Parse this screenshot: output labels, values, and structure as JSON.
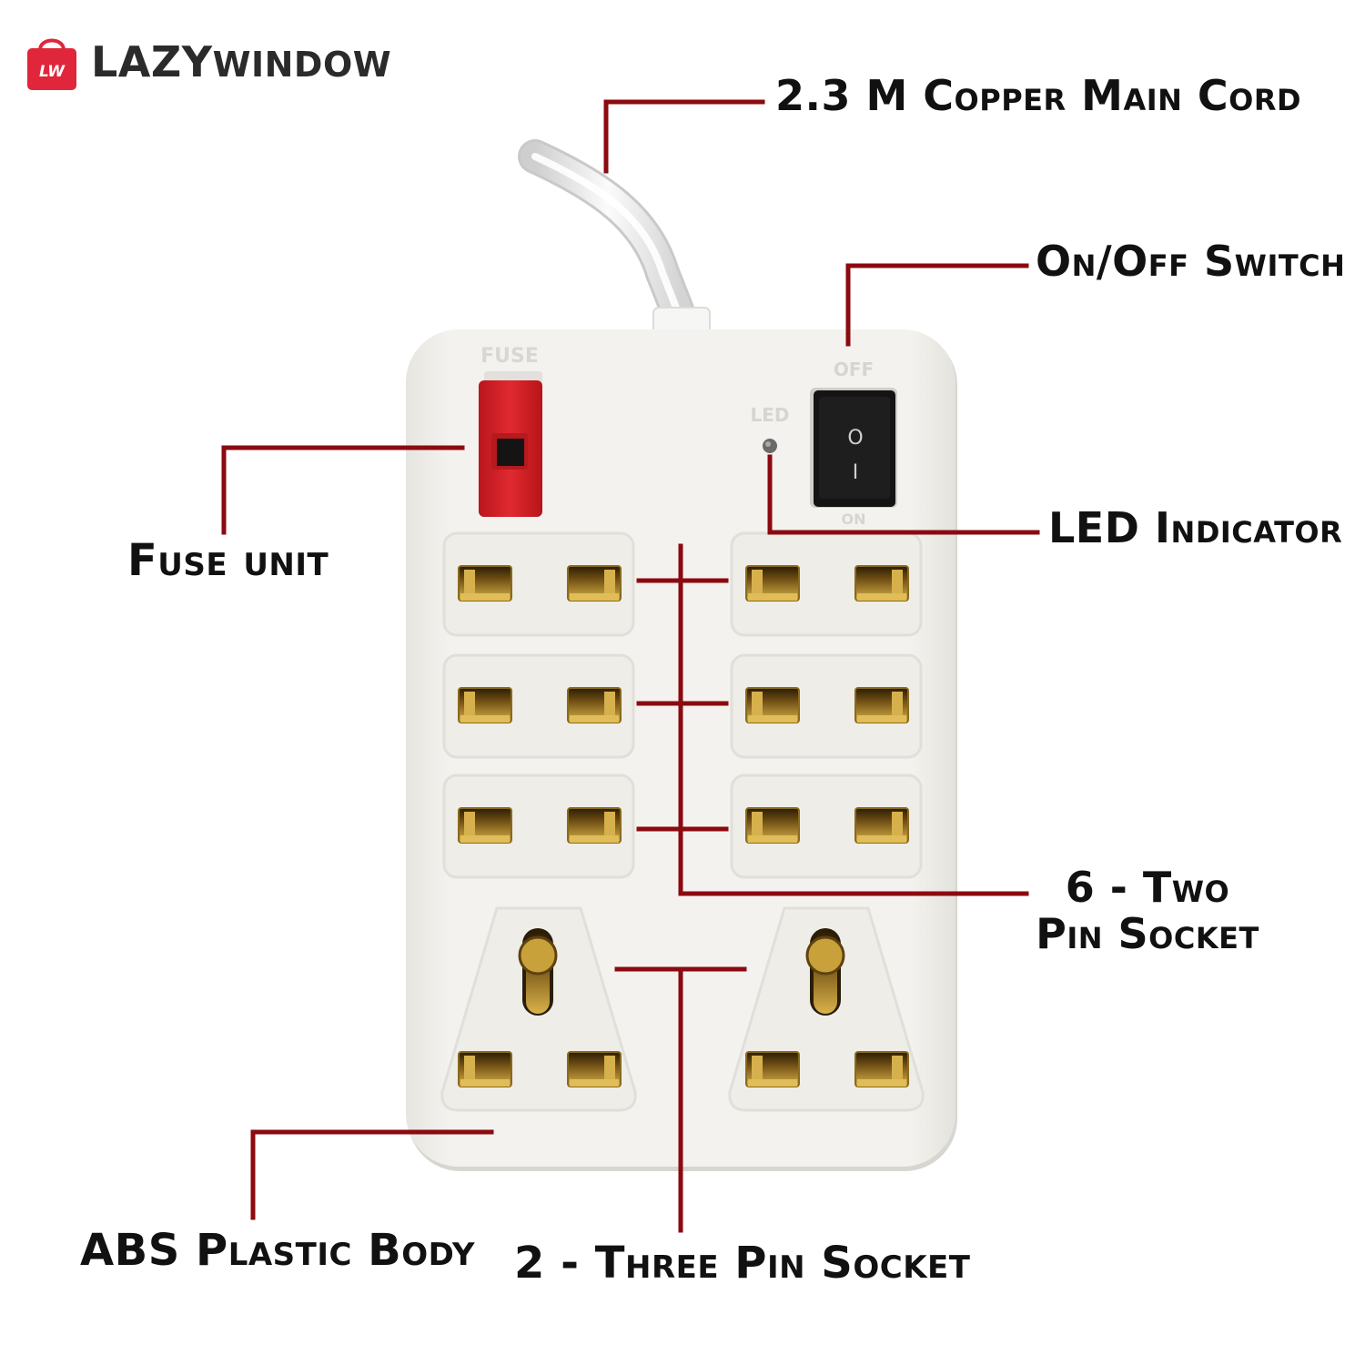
{
  "brand": {
    "logo_mark": "LW",
    "name_part1": "LAZY",
    "name_part2": "WINDOW",
    "bag_color": "#e0263a"
  },
  "callouts": {
    "cord": "2.3 M Copper Main Cord",
    "switch": "On/Off Switch",
    "fuse": "Fuse unit",
    "led": "LED Indicator",
    "two_pin": "6 - Two Pin Socket",
    "body": "ABS Plastic Body",
    "three_pin": "2 - Three Pin Socket"
  },
  "device": {
    "fuse_text": "FUSE",
    "led_text": "LED",
    "switch_off_text": "OFF",
    "switch_on_text": "ON",
    "switch_symbol_off": "O",
    "switch_symbol_on": "I"
  },
  "colors": {
    "leader_line": "#8b0a10",
    "body": "#f2f0ec",
    "fuse": "#d42228",
    "contact": "#c9a13a",
    "switch": "#141414"
  }
}
